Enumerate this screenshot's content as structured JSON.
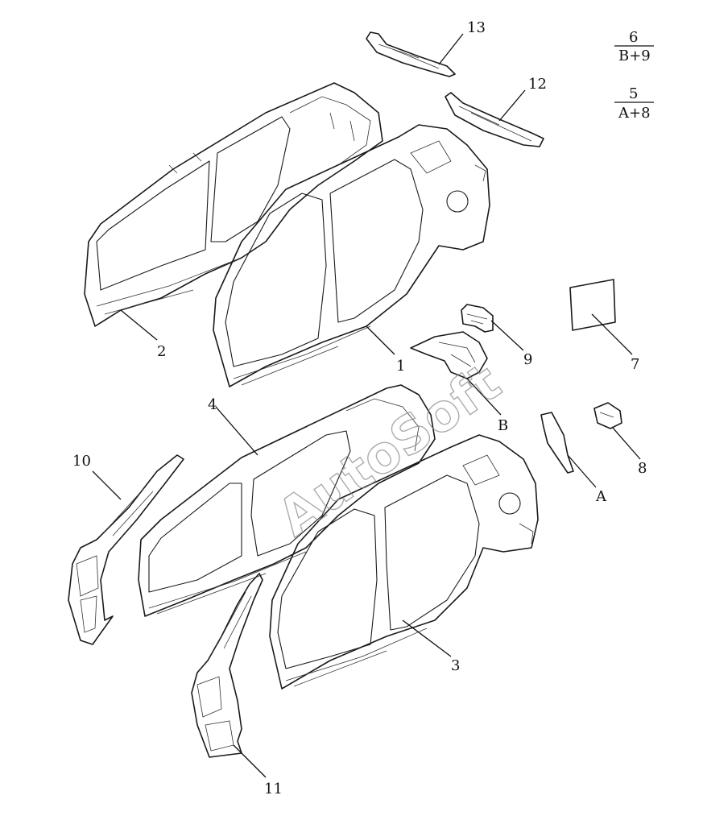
{
  "diagram": {
    "callouts": {
      "c1": "1",
      "c2": "2",
      "c3": "3",
      "c4": "4",
      "c7": "7",
      "c8": "8",
      "c9": "9",
      "c10": "10",
      "c11": "11",
      "c12": "12",
      "c13": "13",
      "cA": "A",
      "cB": "B"
    },
    "legend": [
      {
        "top": "6",
        "bottom": "B+9"
      },
      {
        "top": "5",
        "bottom": "A+8"
      }
    ],
    "watermark": "AutoSoft"
  }
}
